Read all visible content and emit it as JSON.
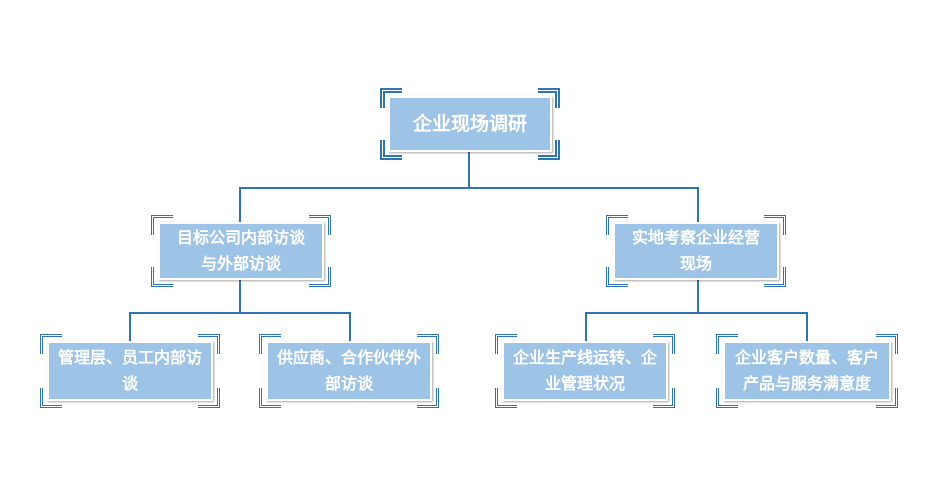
{
  "diagram": {
    "type": "org-tree",
    "colors": {
      "node_fill": "#9dc3e6",
      "node_text": "#ffffff",
      "connector": "#2e75b6",
      "corner_bracket": "#2e75b6"
    },
    "root": {
      "label": "企业现场调研"
    },
    "level1": [
      {
        "label_line1": "目标公司内部访谈",
        "label_line2": "与外部访谈"
      },
      {
        "label_line1": "实地考察企业经营",
        "label_line2": "现场"
      }
    ],
    "level2": [
      {
        "label_line1": "管理层、员工内部访",
        "label_line2": "谈"
      },
      {
        "label_line1": "供应商、合作伙伴外",
        "label_line2": "部访谈"
      },
      {
        "label_line1": "企业生产线运转、企",
        "label_line2": "业管理状况"
      },
      {
        "label_line1": "企业客户数量、客户",
        "label_line2": "产品与服务满意度"
      }
    ]
  }
}
